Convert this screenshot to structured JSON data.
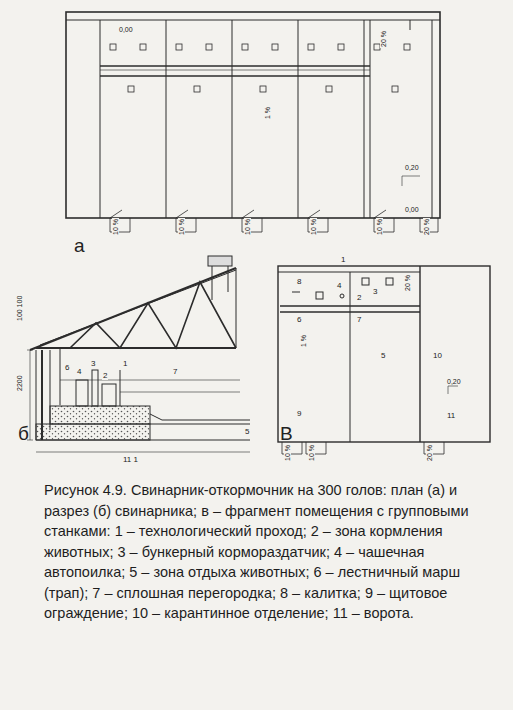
{
  "diagram": {
    "caption": "Рисунок 4.9. Свинарник-откормочник на 300 голов: план (а) и разрез (б) свинарника; в – фрагмент помещения с групповыми станками: 1 – технологический проход; 2 – зона кормления животных; 3 – бункерный кормораздатчик; 4 – чашечная автопоилка; 5 – зона отдыха животных; 6 – лестничный марш (трап); 7 – сплошная перегородка; 8 – калитка; 9 – щитовое ограждение; 10 – карантинное отделение; 11 – ворота.",
    "labels": [
      "а",
      "б",
      "В",
      "0,00",
      "1 %",
      "20 %",
      "0,20",
      "0,00",
      "10 %",
      "10 %",
      "10 %",
      "10 %",
      "10 %",
      "20 %",
      "2200",
      "100 100",
      "11 1",
      "6",
      "4",
      "3",
      "2",
      "1",
      "7",
      "5",
      "1",
      "8",
      "4",
      "3",
      "2",
      "6",
      "7",
      "5",
      "1 %",
      "10",
      "0,20",
      "20 %",
      "9",
      "11",
      "10 %",
      "10 %",
      "20 %"
    ]
  }
}
